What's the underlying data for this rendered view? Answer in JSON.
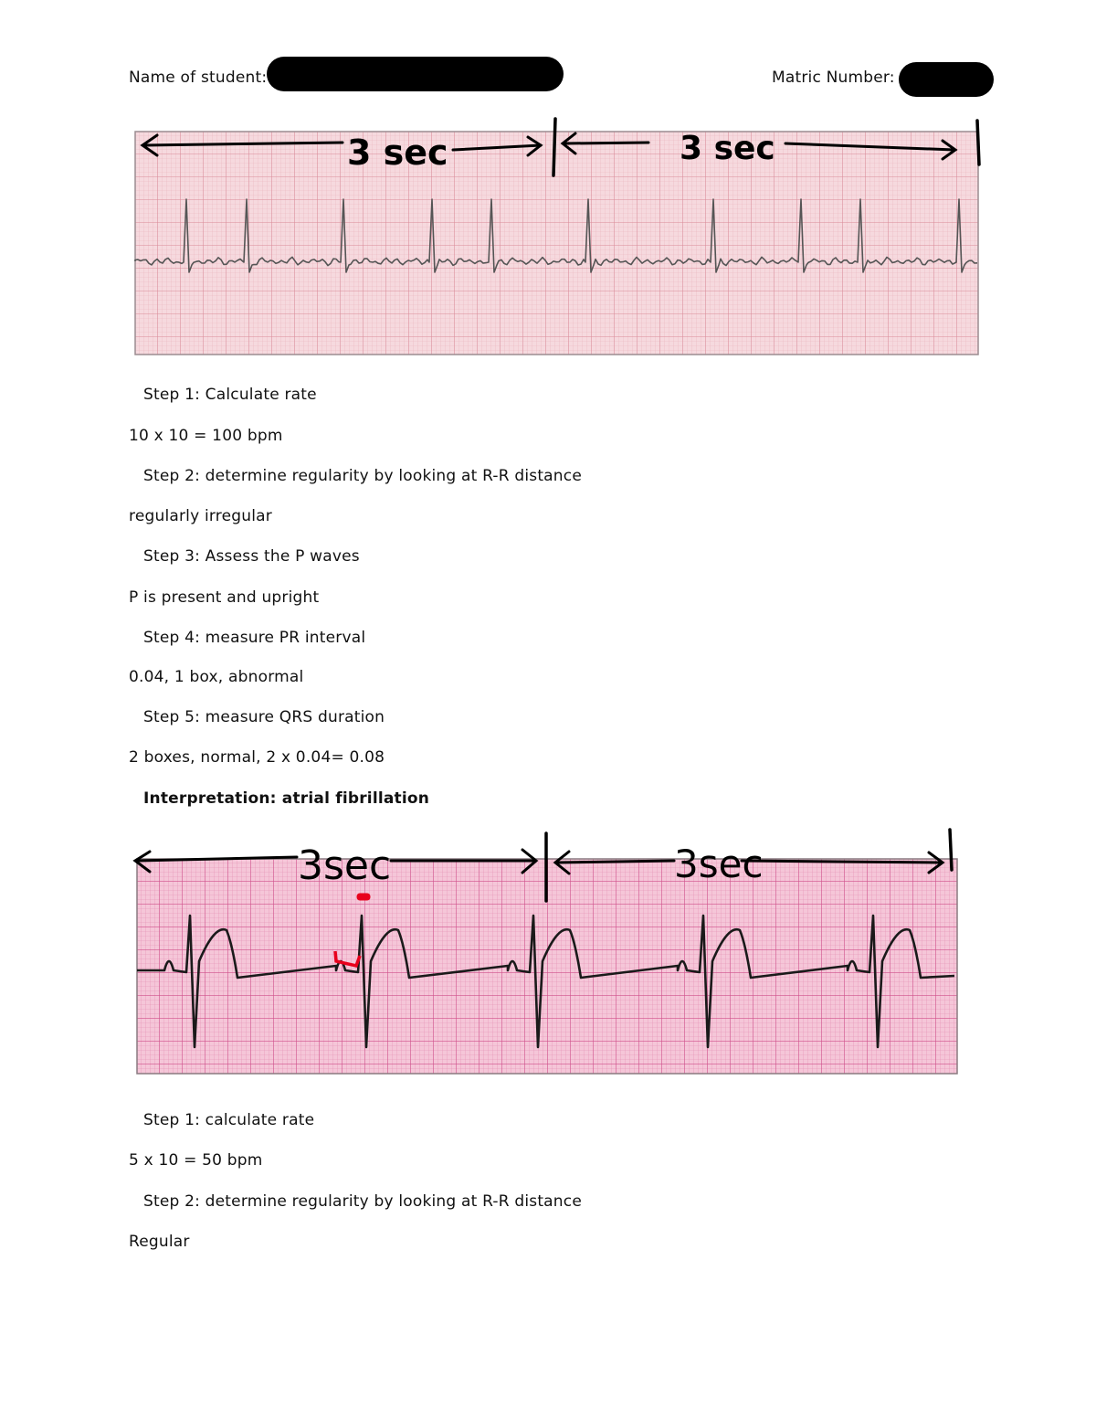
{
  "header": {
    "name_label": "Name of student:",
    "matric_label": "Matric Number:"
  },
  "strip1": {
    "annotation_left": "3 sec",
    "annotation_right": "3 sec"
  },
  "section1": {
    "step1": "Step 1: Calculate rate",
    "ans1": "10 x 10 = 100 bpm",
    "step2": "Step 2: determine regularity by looking at R-R distance",
    "ans2": "regularly irregular",
    "step3": "Step 3: Assess the P waves",
    "ans3": "P is present and upright",
    "step4": "Step 4: measure PR interval",
    "ans4": "0.04, 1 box, abnormal",
    "step5": "Step 5: measure QRS duration",
    "ans5": "2 boxes, normal, 2 x 0.04= 0.08",
    "interpretation": "Interpretation: atrial fibrillation"
  },
  "strip2": {
    "annotation_left": "3sec",
    "annotation_right": "3sec"
  },
  "section2": {
    "step1": "Step 1: calculate rate",
    "ans1": "5 x 10 = 50 bpm",
    "step2": "Step 2: determine regularity by looking at R-R distance",
    "ans2": "Regular"
  },
  "colors": {
    "ecg_paper_1": "#f6d9de",
    "grid_fine_1": "#eab3bd",
    "grid_major_1": "#d98a98",
    "ecg_paper_2": "#f5c6d8",
    "grid_fine_2": "#e38ab0",
    "grid_major_2": "#cf4f8a",
    "trace_1": "#555555",
    "trace_2": "#1a1a1a",
    "annotation_ink": "#000000",
    "annotation_red": "#e8001c"
  }
}
